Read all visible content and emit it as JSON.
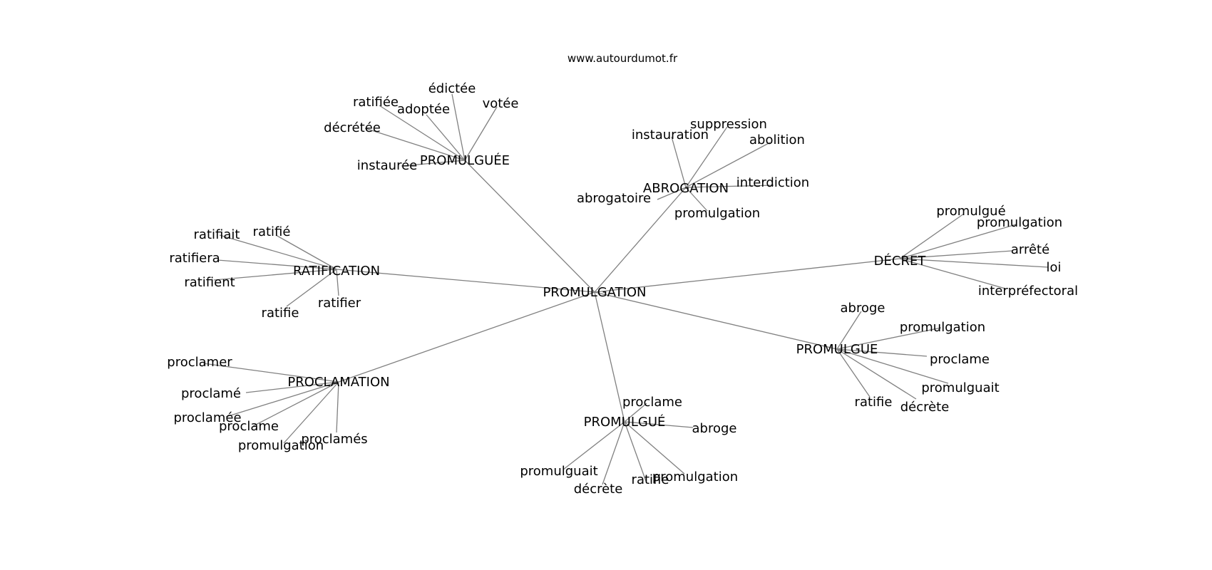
{
  "site": "www.autourdumot.fr",
  "graph": {
    "center": "PROMULGATION",
    "clusters": [
      {
        "label": "PROMULGUÉE",
        "words": [
          "édictée",
          "votée",
          "ratifiée",
          "adoptée",
          "décrétée",
          "instaurée"
        ]
      },
      {
        "label": "ABROGATION",
        "words": [
          "suppression",
          "instauration",
          "abolition",
          "interdiction",
          "abrogatoire",
          "promulgation"
        ]
      },
      {
        "label": "RATIFICATION",
        "words": [
          "ratifiait",
          "ratifié",
          "ratifiera",
          "ratifient",
          "ratifier",
          "ratifie"
        ]
      },
      {
        "label": "DÉCRET",
        "words": [
          "promulgué",
          "promulgation",
          "arrêté",
          "loi",
          "interpréfectoral"
        ]
      },
      {
        "label": "PROMULGUE",
        "words": [
          "abroge",
          "promulgation",
          "proclame",
          "promulguait",
          "ratifie",
          "décrète"
        ]
      },
      {
        "label": "PROCLAMATION",
        "words": [
          "proclamer",
          "proclamé",
          "proclamée",
          "proclame",
          "promulgation",
          "proclamés"
        ]
      },
      {
        "label": "PROMULGUÉ",
        "words": [
          "proclame",
          "abroge",
          "promulguait",
          "décrète",
          "ratifie",
          "promulgation"
        ]
      }
    ]
  }
}
